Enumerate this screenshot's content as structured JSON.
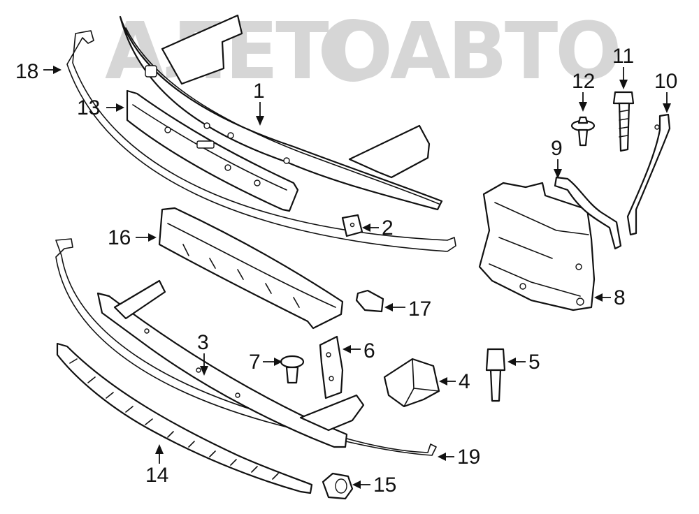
{
  "watermark": {
    "text": "АЛЕТОАВТО"
  },
  "callouts": {
    "c1": "1",
    "c2": "2",
    "c3": "3",
    "c4": "4",
    "c5": "5",
    "c6": "6",
    "c7": "7",
    "c8": "8",
    "c9": "9",
    "c10": "10",
    "c11": "11",
    "c12": "12",
    "c13": "13",
    "c14": "14",
    "c15": "15",
    "c16": "16",
    "c17": "17",
    "c18": "18",
    "c19": "19"
  }
}
